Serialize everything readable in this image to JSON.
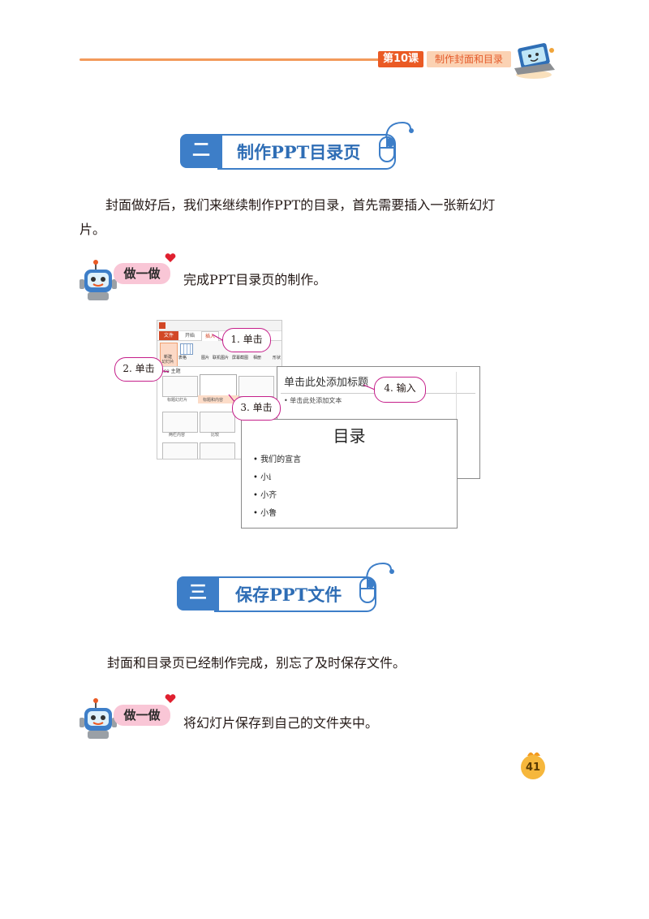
{
  "header": {
    "lesson": "第10课",
    "topic": "制作封面和目录"
  },
  "section2": {
    "number": "二",
    "title": "制作PPT目录页",
    "paragraph": "封面做好后，我们来继续制作PPT的目录，首先需要插入一张新幻灯片。",
    "activity_badge": "做一做",
    "activity_text": "完成PPT目录页的制作。"
  },
  "screenshot": {
    "ribbon": {
      "tab_file": "文件",
      "tab_start": "开始",
      "tab_insert": "插入",
      "btn_new_slide": "新建\n幻灯片",
      "btn_table": "表格",
      "btn_picture": "图片",
      "btn_online_picture": "联机图片",
      "btn_screenshot": "屏幕截图",
      "btn_album": "相册",
      "btn_shape": "形状",
      "gallery_header": "ice 主题",
      "layout_title_slide": "标题幻灯片",
      "layout_title_content": "标题和内容",
      "layout_two_content": "两栏内容",
      "layout_compare": "比较"
    },
    "slide_back": {
      "title_placeholder": "单击此处添加标题",
      "text_placeholder": "• 单击此处添加文本"
    },
    "slide_front": {
      "title": "目录",
      "bullets": [
        "• 我们的宣言",
        "• 小i",
        "• 小齐",
        "• 小鲁"
      ]
    },
    "callouts": {
      "c1": "1. 单击",
      "c2": "2. 单击",
      "c3": "3. 单击",
      "c4": "4. 输入"
    }
  },
  "section3": {
    "number": "三",
    "title": "保存PPT文件",
    "paragraph": "封面和目录页已经制作完成，别忘了及时保存文件。",
    "activity_badge": "做一做",
    "activity_text": "将幻灯片保存到自己的文件夹中。"
  },
  "page_number": "41",
  "colors": {
    "accent_orange": "#ea5a24",
    "section_blue": "#3d7ec8",
    "callout_magenta": "#c51f8a"
  }
}
